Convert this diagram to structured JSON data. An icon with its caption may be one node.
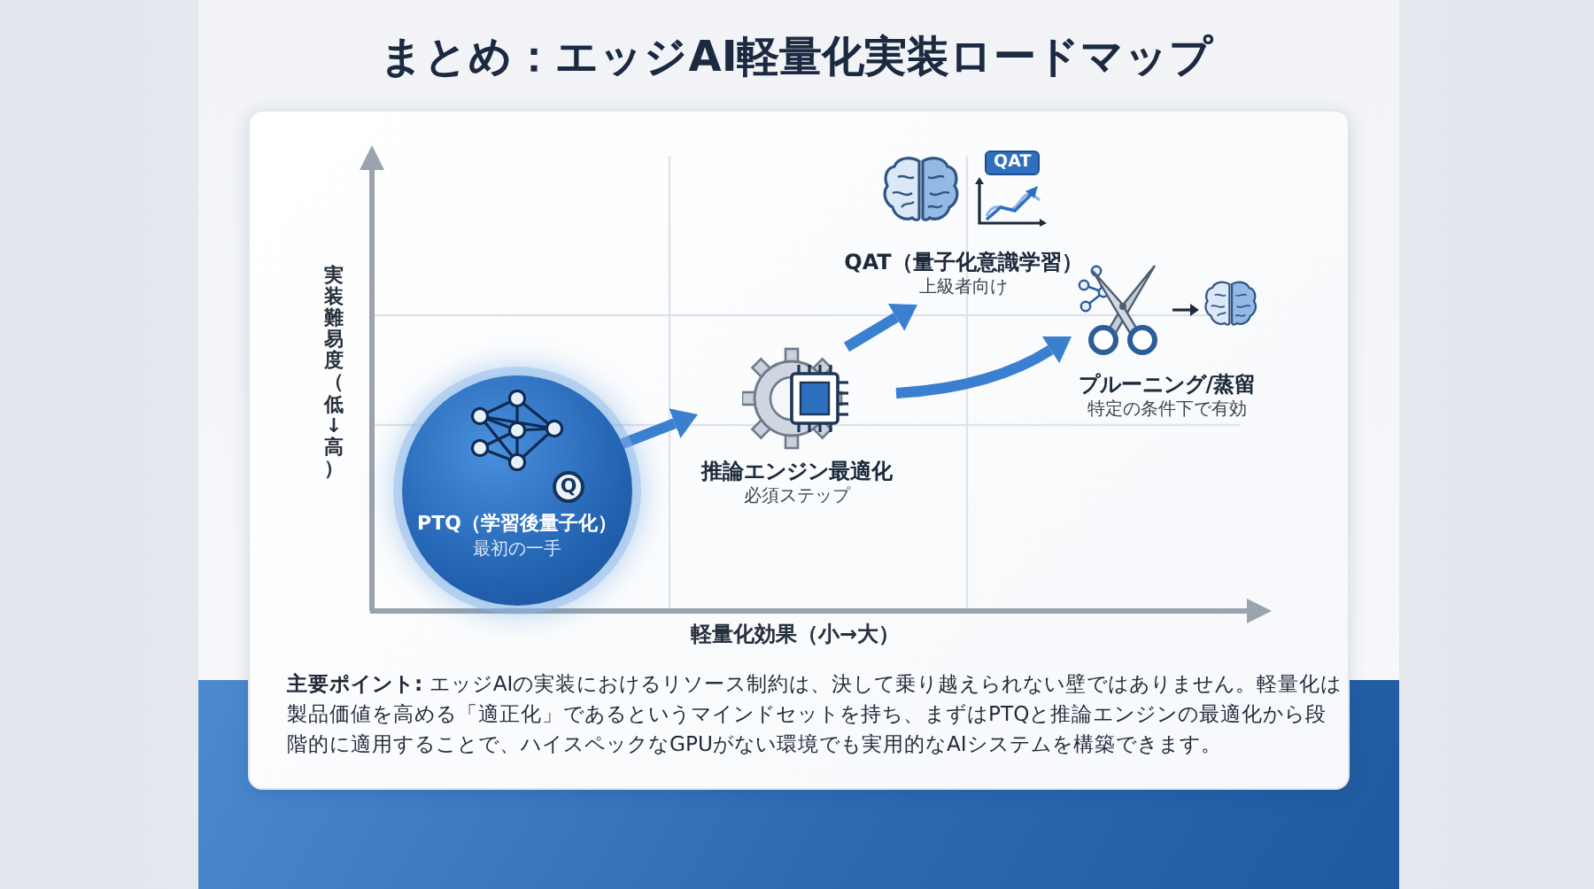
{
  "diagram": {
    "title": "まとめ：エッジAI軽量化実装ロードマップ",
    "nodes": [
      {
        "text": [
          "PTQ（学習後量子化）",
          "最初の一手"
        ]
      },
      {
        "text": [
          "推論エンジン最適化",
          "必須ステップ"
        ]
      },
      {
        "text": [
          "QAT（量子化意識学習）",
          "上級者向け"
        ]
      },
      {
        "text": [
          "プルーニング/蒸留",
          "特定の条件下で有効"
        ]
      }
    ],
    "edges": [
      {
        "from": 0,
        "to": 1,
        "arrow": "to"
      },
      {
        "from": 1,
        "to": 2,
        "arrow": "to"
      },
      {
        "from": 1,
        "to": 3,
        "arrow": "to"
      }
    ],
    "labels": [
      "QAT",
      "実装難易度（低↓高）",
      "Q",
      "軽量化効果（小→大）",
      "**主要ポイント:** エッジAIの実装におけるリソース制約は、決して乗り越えられない壁ではありません。軽量化は製品価値を高める「適正化」であるというマインドセットを持ち、まずはPTQと推論エンジンの最適化から段階的に適用することで、ハイスペックなGPUがない環境でも実用的なAIシステムを構築できます。"
    ]
  }
}
